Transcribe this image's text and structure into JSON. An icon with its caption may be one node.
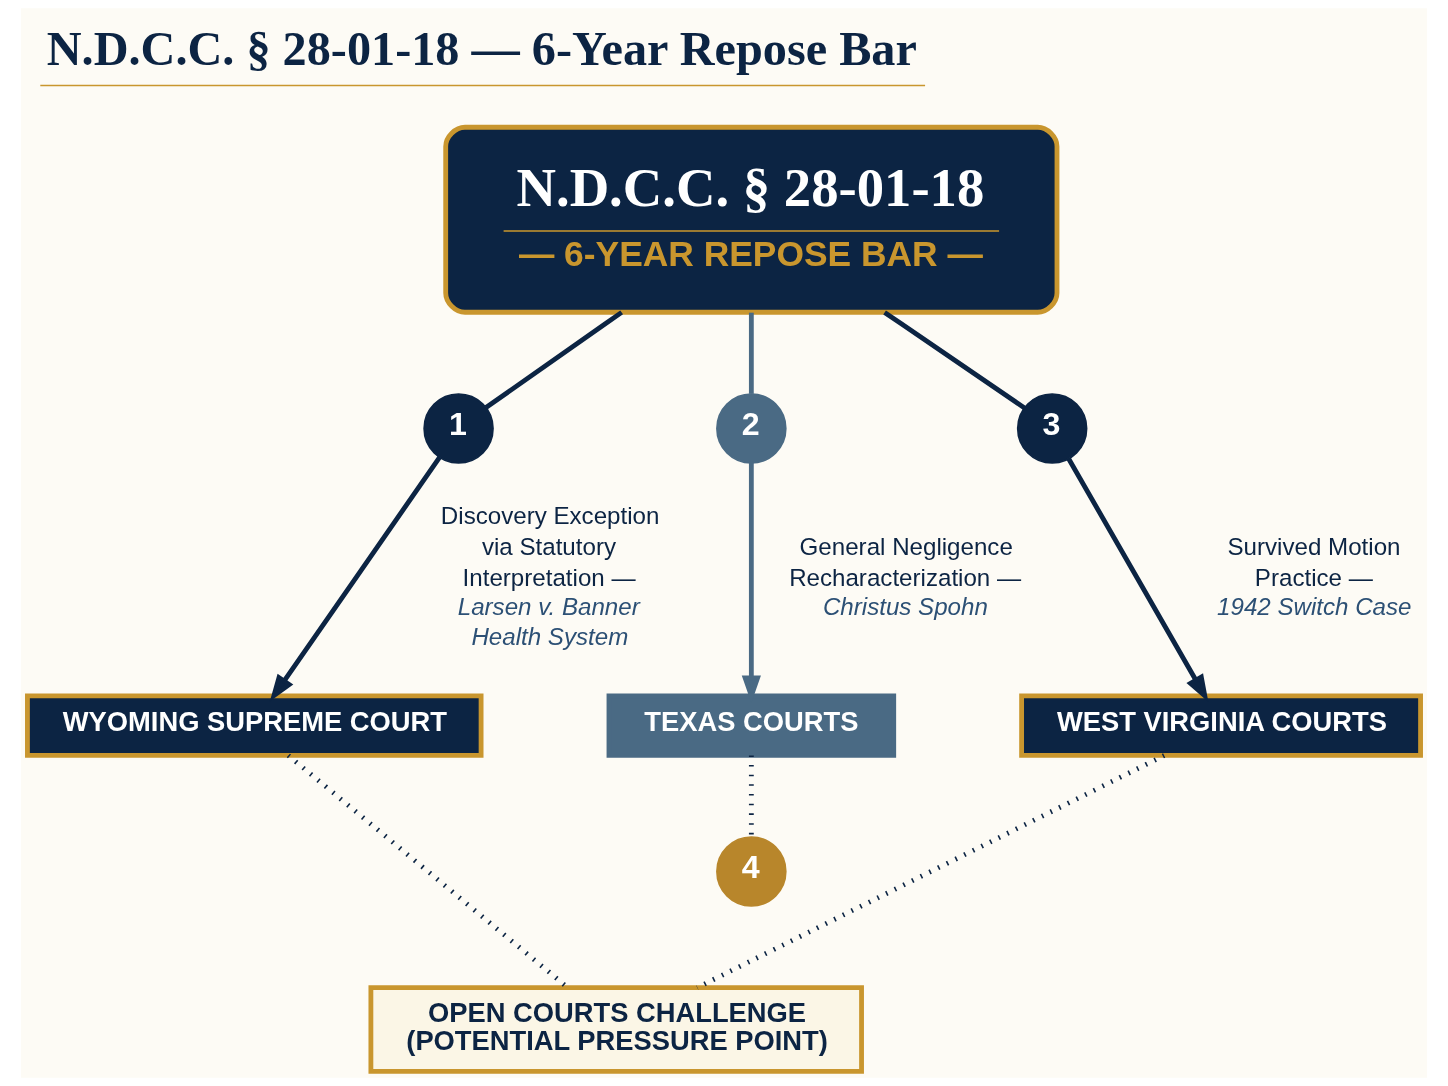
{
  "diagram": {
    "title": "N.D.C.C. § 28-01-18 — 6-Year Repose Bar",
    "nodes": [
      {
        "text": [
          "N.D.C.C. § 28-01-18",
          "— 6-YEAR REPOSE BAR —"
        ]
      },
      {
        "text": [
          "1"
        ]
      },
      {
        "text": [
          "2"
        ]
      },
      {
        "text": [
          "3"
        ]
      },
      {
        "text": [
          "WYOMING SUPREME COURT"
        ]
      },
      {
        "text": [
          "TEXAS COURTS"
        ]
      },
      {
        "text": [
          "WEST VIRGINIA COURTS"
        ]
      },
      {
        "text": [
          "4"
        ]
      },
      {
        "text": [
          "OPEN COURTS CHALLENGE (POTENTIAL PRESSURE POINT)"
        ]
      }
    ],
    "edges": [
      {
        "from": 0,
        "to": 1,
        "arrow": "none"
      },
      {
        "from": 1,
        "to": 4,
        "arrow": "to",
        "label": "Discovery Exception via Statutory Interpretation — *Larsen v. Banner Health System*"
      },
      {
        "from": 0,
        "to": 2,
        "arrow": "none",
        "color": "#4a6a84"
      },
      {
        "from": 2,
        "to": 5,
        "arrow": "to",
        "label": "General Negligence Recharacterization — *Christus Spohn*",
        "color": "#4a6a84"
      },
      {
        "from": 0,
        "to": 3,
        "arrow": "none"
      },
      {
        "from": 3,
        "to": 6,
        "arrow": "to",
        "label": "Survived Motion Practice — *1942 Switch Case*"
      },
      {
        "from": 4,
        "to": 8,
        "arrow": "none",
        "style": "dashed"
      },
      {
        "from": 5,
        "to": 7,
        "arrow": "none",
        "style": "dashed"
      },
      {
        "from": 6,
        "to": 8,
        "arrow": "none",
        "style": "dashed"
      }
    ]
  }
}
